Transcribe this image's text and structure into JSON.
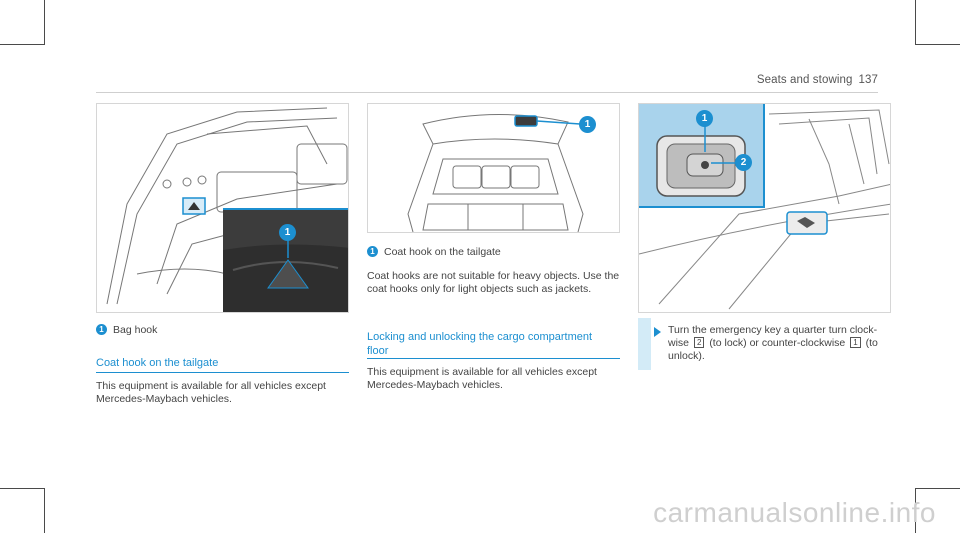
{
  "header": {
    "section": "Seats and stowing",
    "page_number": "137"
  },
  "col1": {
    "legend_num": "1",
    "legend_text": "Bag hook",
    "heading": "Coat hook on the tailgate",
    "body": "This equipment is available for all vehicles except Mercedes-Maybach vehicles."
  },
  "col2": {
    "legend_num": "1",
    "legend_text": "Coat hook on the tailgate",
    "body": "Coat hooks are not suitable for heavy objects. Use the coat hooks only for light objects such as jackets.",
    "heading": "Locking and unlocking the cargo compartment floor",
    "body2": "This equipment is available for all vehicles except Mercedes-Maybach vehicles."
  },
  "col3": {
    "step_pre": "Turn the emergency key a quarter turn clock-wise",
    "key_lock": "2",
    "step_mid": "(to lock) or counter-clockwise",
    "key_unlock": "1",
    "step_post": "(to unlock)."
  },
  "figures": {
    "fig1_callout": "1",
    "fig2_callout": "1",
    "fig3_callout_1": "1",
    "fig3_callout_2": "2"
  },
  "watermark": "carmanualsonline.info",
  "colors": {
    "accent": "#1c8fd0",
    "inset_bg": "#a9d3ec",
    "dark_inset": "#3c3c3c"
  }
}
